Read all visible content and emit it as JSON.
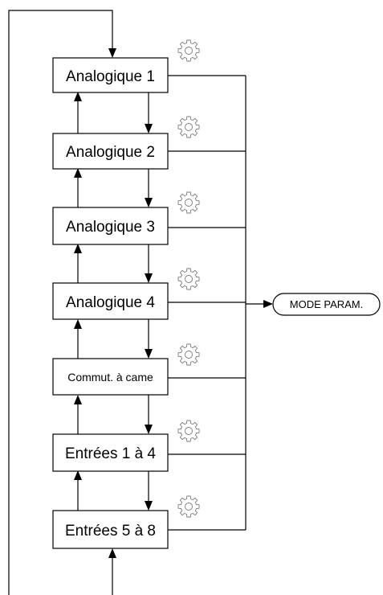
{
  "diagram": {
    "nodes": [
      {
        "id": "analog1",
        "label": "Analogique 1"
      },
      {
        "id": "analog2",
        "label": "Analogique 2"
      },
      {
        "id": "analog3",
        "label": "Analogique 3"
      },
      {
        "id": "analog4",
        "label": "Analogique 4"
      },
      {
        "id": "cam",
        "label": "Commut. à came"
      },
      {
        "id": "inputs14",
        "label": "Entrées 1 à 4"
      },
      {
        "id": "inputs58",
        "label": "Entrées 5 à 8"
      }
    ],
    "terminal": {
      "label": "MODE PARAM."
    },
    "icons": {
      "settings": "gear-icon"
    },
    "colors": {
      "line": "#000000",
      "gear": "#7a7a7a",
      "box_fill": "#ffffff"
    }
  }
}
